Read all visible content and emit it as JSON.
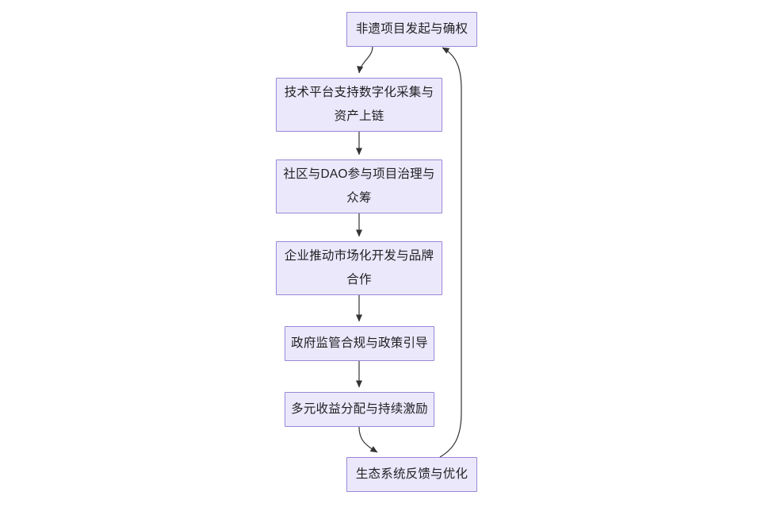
{
  "diagram": {
    "type": "flowchart",
    "orientation": "top-down",
    "background_color": "#ffffff",
    "node_fill_color": "#ece8fb",
    "node_border_color": "#9a87d8",
    "node_text_color": "#1f2023",
    "edge_color": "#333333",
    "nodes": [
      {
        "id": "n1",
        "label": "非遗项目发起与确权"
      },
      {
        "id": "n2",
        "label": "技术平台支持数字化采集与\n资产上链"
      },
      {
        "id": "n3",
        "label": "社区与DAO参与项目治理与\n众筹"
      },
      {
        "id": "n4",
        "label": "企业推动市场化开发与品牌\n合作"
      },
      {
        "id": "n5",
        "label": "政府监管合规与政策引导"
      },
      {
        "id": "n6",
        "label": "多元收益分配与持续激励"
      },
      {
        "id": "n7",
        "label": "生态系统反馈与优化"
      }
    ],
    "edges": [
      {
        "from": "n1",
        "to": "n2",
        "label": ""
      },
      {
        "from": "n2",
        "to": "n3",
        "label": ""
      },
      {
        "from": "n3",
        "to": "n4",
        "label": ""
      },
      {
        "from": "n4",
        "to": "n5",
        "label": ""
      },
      {
        "from": "n5",
        "to": "n6",
        "label": ""
      },
      {
        "from": "n6",
        "to": "n7",
        "label": ""
      },
      {
        "from": "n7",
        "to": "n1",
        "label": ""
      }
    ]
  }
}
